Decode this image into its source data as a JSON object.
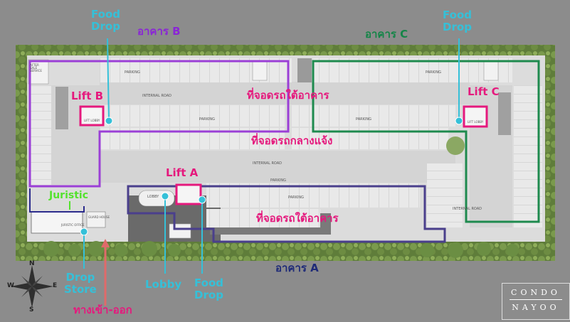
{
  "map": {
    "buildings": {
      "a": "อาคาร A",
      "b": "อาคาร B",
      "c": "อาคาร C"
    },
    "parking_zones": {
      "under_building_b": "ที่จอดรถใต้อาคาร",
      "outdoor": "ที่จอดรถกลางแจ้ง",
      "under_building_a": "ที่จอดรถใต้อาคาร"
    },
    "lifts": {
      "a": "Lift A",
      "b": "Lift B",
      "c": "Lift C"
    },
    "food_drop_b": [
      "Food",
      "Drop"
    ],
    "food_drop_c": [
      "Food",
      "Drop"
    ],
    "food_drop_a": [
      "Food",
      "Drop"
    ],
    "drop_store": [
      "Drop",
      "Store"
    ],
    "lobby": "Lobby",
    "juristic": "Juristic",
    "entrance": "ทางเข้า-ออก",
    "plan_text": {
      "parking": "PARKING",
      "internal_road": "INTERNAL ROAD",
      "lift_lobby": "LIFT LOBBY",
      "after_sale": "AFTER SALE SERVICE",
      "juristic_office": "JURISTIC OFFICE",
      "lobby_small": "LOBBY",
      "guard_house": "GUARD HOUSE"
    },
    "compass": {
      "n": "N",
      "s": "S",
      "e": "E",
      "w": "W"
    }
  },
  "brand": {
    "line1": "CONDO",
    "line2": "NAYOO"
  },
  "colors": {
    "background": "#8c8c8c",
    "building_a_outline": "#4a3f8c",
    "building_b_outline": "#9b3fd6",
    "building_c_outline": "#1e8a4e",
    "lift_highlight": "#e5197d",
    "label_pink": "#e5197d",
    "label_cyan": "#35c0d8",
    "label_lime": "#54e22e",
    "entrance_arrow": "#e06a6a"
  }
}
